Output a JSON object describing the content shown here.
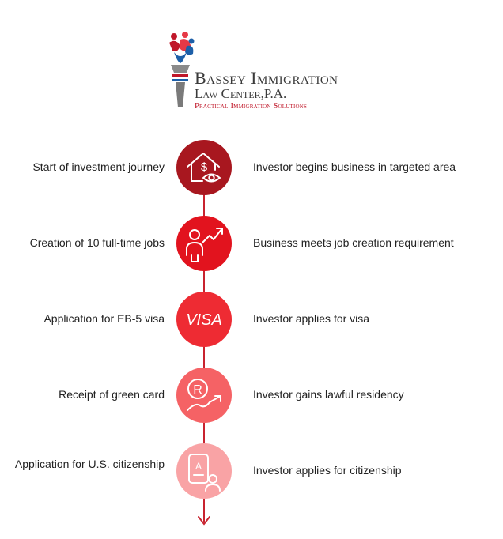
{
  "logo": {
    "line1": "Bassey Immigration",
    "line2": "Law Center,P.A.",
    "line3": "Practical Immigration Solutions"
  },
  "colors": {
    "step1": "#a8171f",
    "step2": "#e2131e",
    "step3": "#ee2b33",
    "step4": "#f56265",
    "step5": "#f9a3a5",
    "line": "#c8232f"
  },
  "steps": [
    {
      "left": "Start of investment journey",
      "right": "Investor begins business in targeted area",
      "icon": "house-dollar-eye-icon"
    },
    {
      "left": "Creation of 10 full-time jobs",
      "right": "Business meets job creation requirement",
      "icon": "person-growth-icon"
    },
    {
      "left": "Application for EB-5 visa",
      "right": "Investor applies for visa",
      "icon": "visa-icon",
      "icon_text": "VISA"
    },
    {
      "left": "Receipt of green card",
      "right": "Investor gains lawful residency",
      "icon": "registered-growth-icon"
    },
    {
      "left": "Application for U.S. citizenship",
      "right": "Investor applies for citizenship",
      "icon": "id-card-person-icon"
    }
  ]
}
